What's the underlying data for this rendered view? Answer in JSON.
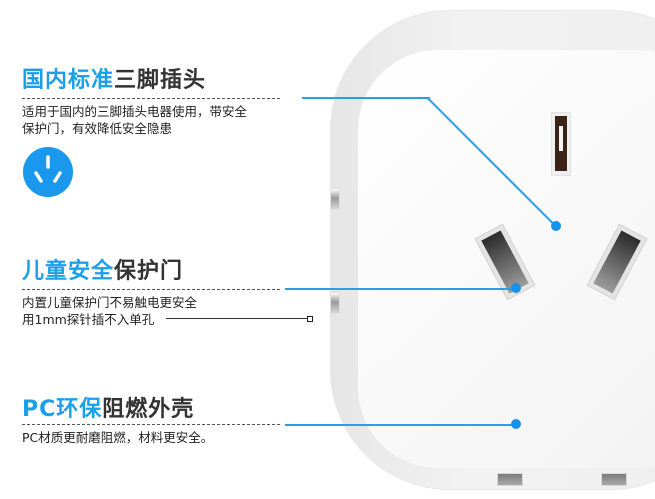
{
  "features": [
    {
      "title_highlight": "国内标准",
      "title_rest": "三脚插头",
      "description_lines": [
        "适用于国内的三脚插头电器使用，带安全",
        "保护门，有效降低安全隐患"
      ],
      "icon": "three-pin-plug-icon"
    },
    {
      "title_highlight": "儿童安全",
      "title_rest": "保护门",
      "description_lines": [
        "内置儿童保护门不易触电更安全",
        "用1mm探针插不入单孔"
      ]
    },
    {
      "title_highlight": "PC环保",
      "title_rest": "阻燃外壳",
      "description_lines": [
        "PC材质更耐磨阻燃，材料更安全。"
      ]
    }
  ],
  "colors": {
    "accent": "#1aa0ea",
    "callout_line": "#2c9ee6",
    "text_dark": "#333333"
  }
}
